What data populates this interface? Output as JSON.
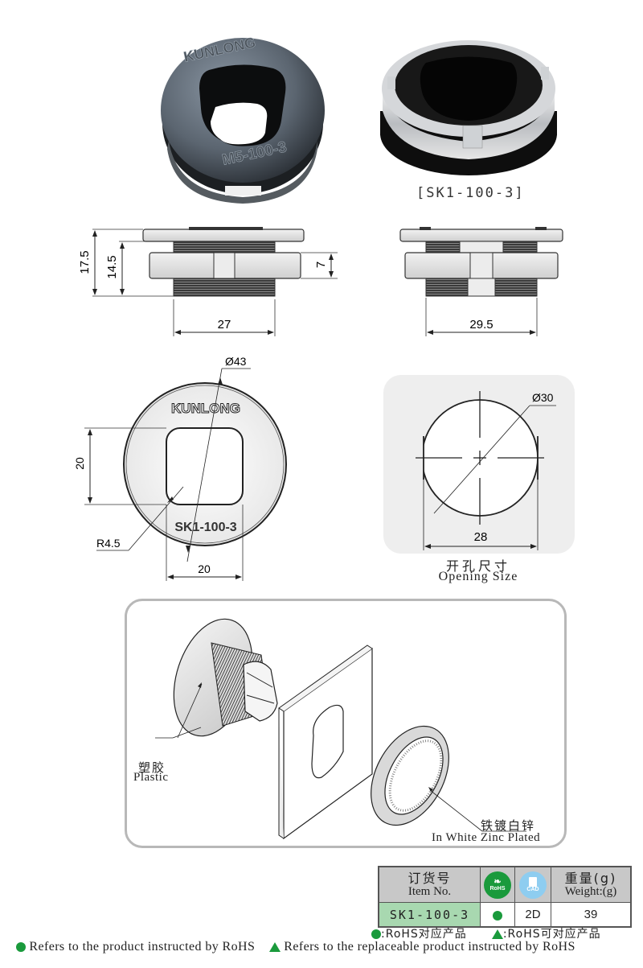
{
  "photos": {
    "left_photo": {
      "brand_text": "KUNLONG",
      "part_text": "M5-100-3"
    },
    "right_photo": {
      "caption": "[SK1-100-3]"
    }
  },
  "side_view_left": {
    "dims": {
      "overall_height": "17.5",
      "body_height": "14.5",
      "nut_height": "7",
      "thread_width": "27"
    }
  },
  "side_view_right": {
    "dims": {
      "thread_width": "29.5"
    }
  },
  "front_view": {
    "brand_text": "KUNLONG",
    "model_text": "SK1-100-3",
    "dims": {
      "diameter": "Ø43",
      "hole_height": "20",
      "hole_width": "20",
      "corner_radius": "R4.5"
    }
  },
  "opening_size": {
    "dims": {
      "diameter": "Ø30",
      "flat_width": "28"
    },
    "label_cn": "开孔尺寸",
    "label_en": "Opening Size"
  },
  "exploded_view": {
    "plastic_cn": "塑胶",
    "plastic_en": "Plastic",
    "nut_cn": "铁镀白锌",
    "nut_en": "In White Zinc Plated"
  },
  "spec_table": {
    "headers": {
      "item_cn": "订货号",
      "item_en": "Item No.",
      "rohs_badge": "RoHS",
      "cad_badge": "CAD",
      "weight_cn": "重量(g)",
      "weight_en": "Weight:(g)"
    },
    "rows": [
      {
        "item_no": "SK1-100-3",
        "rohs": "●",
        "cad": "2D",
        "weight": "39"
      }
    ],
    "colors": {
      "rohs_green": "#1a9a3c",
      "cad_blue": "#8ecdf0",
      "item_cell_green": "#a8d8b0",
      "header_gray": "#c8c8c8"
    }
  },
  "legend": {
    "rohs_cn": ":RoHS对应产品",
    "replaceable_cn": ":RoHS可对应产品",
    "rohs_en": "Refers to the product instructed by RoHS",
    "replaceable_en": "Refers to the replaceable product instructed by RoHS"
  }
}
